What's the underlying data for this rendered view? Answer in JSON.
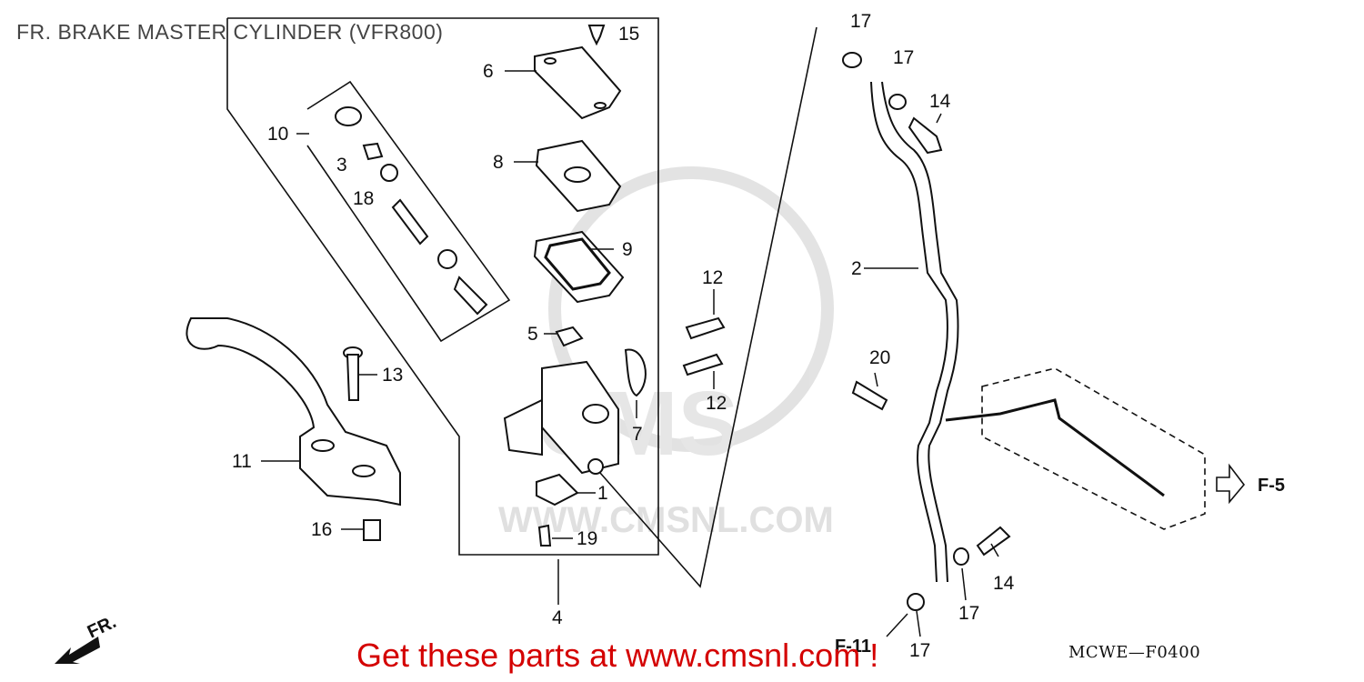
{
  "title": "FR. BRAKE MASTER CYLINDER (VFR800)",
  "footer_text": "Get these parts at www.cmsnl.com !",
  "diagram_code": "MCWE—F0400",
  "watermark": "WWW.CMSNL.COM",
  "refs": {
    "fr": "FR.",
    "f5": "F-5",
    "f11": "F-11"
  },
  "callouts": {
    "c1": "1",
    "c2": "2",
    "c3": "3",
    "c4": "4",
    "c5": "5",
    "c6": "6",
    "c7": "7",
    "c8": "8",
    "c9": "9",
    "c10": "10",
    "c11": "11",
    "c12a": "12",
    "c12b": "12",
    "c13": "13",
    "c14a": "14",
    "c14b": "14",
    "c15": "15",
    "c16": "16",
    "c17a": "17",
    "c17b": "17",
    "c17c": "17",
    "c17d": "17",
    "c18": "18",
    "c19": "19",
    "c20": "20"
  },
  "colors": {
    "footer": "#d40000",
    "lines": "#111111",
    "watermark": "#d9d9d9"
  }
}
